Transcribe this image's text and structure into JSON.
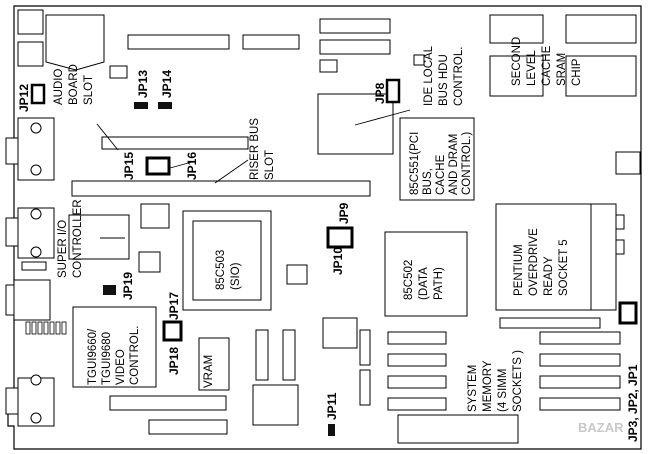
{
  "board": {
    "watermark": "BAZAR",
    "labels": {
      "audio_slot": [
        "AUDIO",
        "BOARD",
        "SLOT"
      ],
      "ide": [
        "IDE LOCAL",
        "BUS HDU",
        "CONTROL."
      ],
      "second_level": [
        "SECOND",
        "LEVEL",
        "CACHE",
        "SRAM",
        "CHIP"
      ],
      "riser": [
        "RISER BUS",
        "SLOT"
      ],
      "c551": [
        "85C551(PCI",
        "BUS,",
        "CACHE",
        "AND DRAM",
        "CONTROL.)"
      ],
      "super_io": [
        "SUPER I/O",
        "CONTROLLER"
      ],
      "sio": [
        "85C503",
        "(SIO)"
      ],
      "data_path": [
        "85C502",
        "(DATA",
        "PATH)"
      ],
      "pentium": [
        "PENTIUM",
        "OVERDRIVE",
        "READY",
        "SOCKET 5"
      ],
      "video": [
        "TGUI9660/",
        "TGUI9680",
        "VIDEO",
        "CONTROL."
      ],
      "vram": "VRAM",
      "system_memory": [
        "SYSTEM",
        "MEMORY",
        "(4 SIMM",
        "SOCKETS )"
      ]
    },
    "jumpers": {
      "jp1": "JP3, JP2, JP1",
      "jp8": "JP8",
      "jp9": "JP9",
      "jp10": "JP10",
      "jp11": "JP11",
      "jp12": "JP12",
      "jp13": "JP13",
      "jp14": "JP14",
      "jp15": "JP15",
      "jp16": "JP16",
      "jp17": "JP17",
      "jp18": "JP18",
      "jp19": "JP19"
    }
  }
}
